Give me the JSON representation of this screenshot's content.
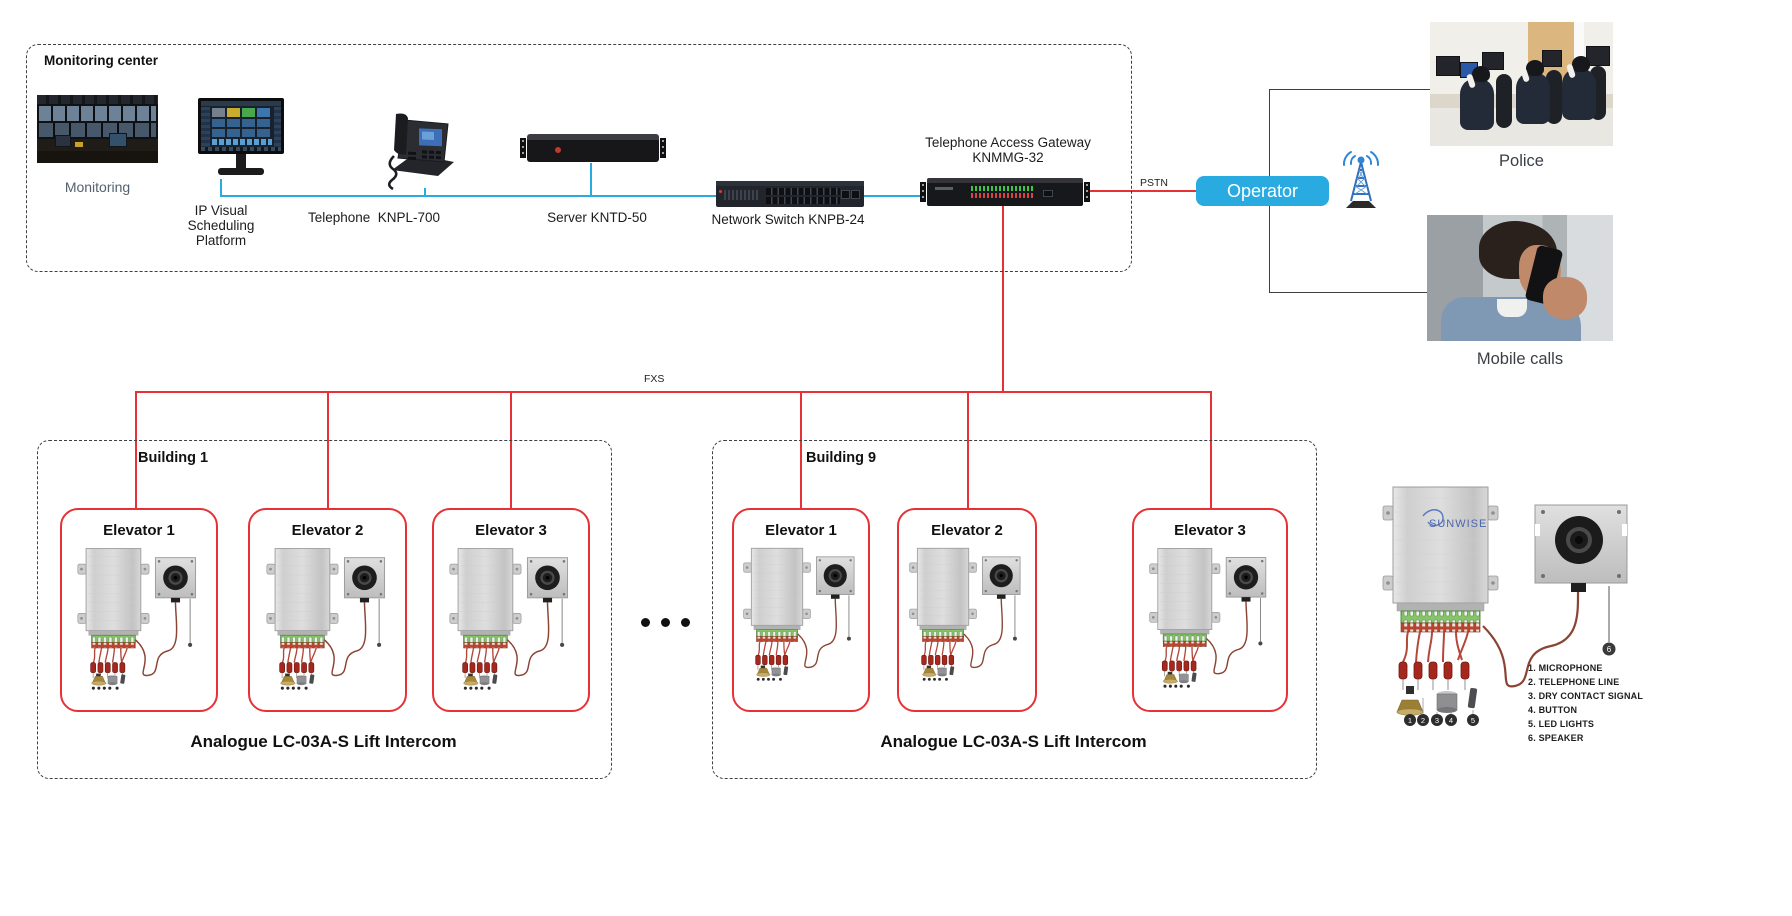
{
  "monitoring_center": {
    "title": "Monitoring center",
    "monitoring_label": "Monitoring",
    "platform_label_line1": "IP Visual",
    "platform_label_line2": "Scheduling Platform",
    "telephone_label": "Telephone  KNPL-700",
    "server_label": "Server KNTD-50",
    "switch_label": "Network Switch KNPB-24",
    "gateway_label_line1": "Telephone Access Gateway",
    "gateway_label_line2": "KNMMG-32"
  },
  "links": {
    "pstn": "PSTN",
    "fxs": "FXS"
  },
  "operator": {
    "label": "Operator"
  },
  "external": {
    "police_label": "Police",
    "mobile_label": "Mobile calls"
  },
  "buildings": [
    {
      "name": "Building 1",
      "elevators": [
        "Elevator 1",
        "Elevator 2",
        "Elevator 3"
      ],
      "caption": "Analogue LC-03A-S Lift Intercom"
    },
    {
      "name": "Building 9",
      "elevators": [
        "Elevator 1",
        "Elevator 2",
        "Elevator 3"
      ],
      "caption": "Analogue LC-03A-S Lift Intercom"
    }
  ],
  "device_detail": {
    "brand": "SUNWISE",
    "numbers": [
      "1",
      "2",
      "3",
      "4",
      "5"
    ],
    "speaker_number": "6",
    "legend": [
      "1. MICROPHONE",
      "2. TELEPHONE LINE",
      "3. DRY CONTACT SIGNAL",
      "4. BUTTON",
      "5. LED LIGHTS",
      "6. SPEAKER"
    ]
  },
  "colors": {
    "accent_blue": "#29abe2",
    "line_red": "#e73137",
    "line_black": "#3f3f3f",
    "brand_blue": "#4a66ae"
  }
}
